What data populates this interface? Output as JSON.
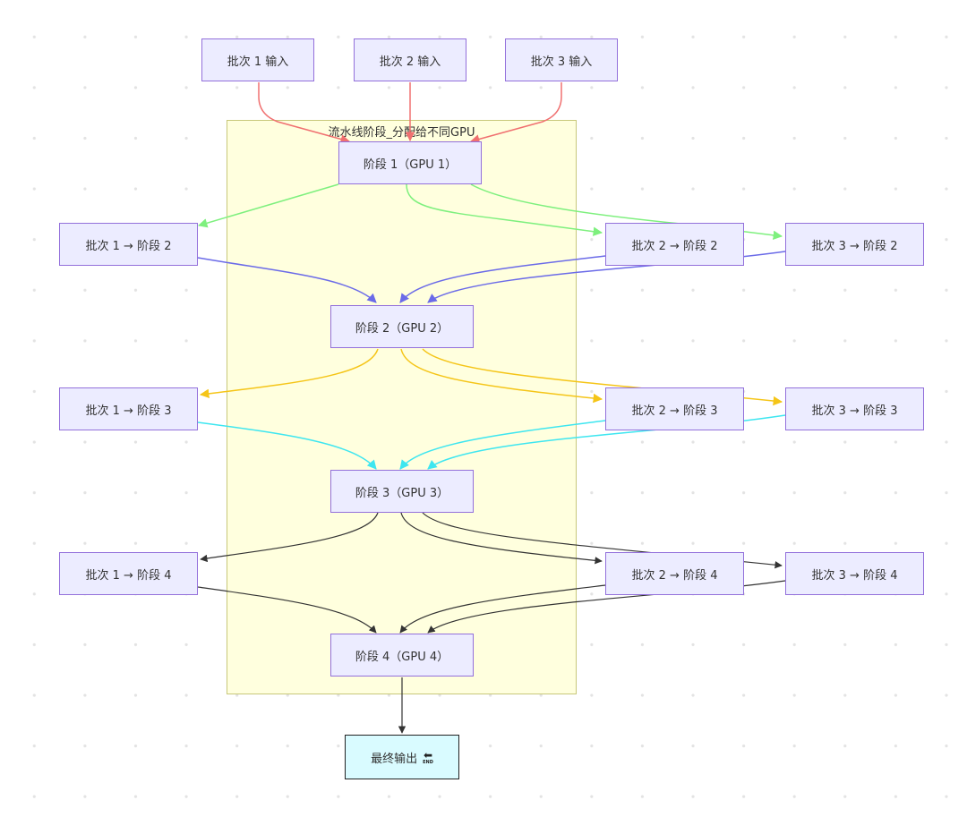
{
  "cluster": {
    "label": "流水线阶段_分配给不同GPU"
  },
  "nodes": {
    "in1": "批次 1 输入",
    "in2": "批次 2 输入",
    "in3": "批次 3 输入",
    "s1": "阶段 1（GPU 1）",
    "b1s2": "批次 1 → 阶段 2",
    "b2s2": "批次 2 → 阶段 2",
    "b3s2": "批次 3 → 阶段 2",
    "s2": "阶段 2（GPU 2）",
    "b1s3": "批次 1 → 阶段 3",
    "b2s3": "批次 2 → 阶段 3",
    "b3s3": "批次 3 → 阶段 3",
    "s3": "阶段 3（GPU 3）",
    "b1s4": "批次 1 → 阶段 4",
    "b2s4": "批次 2 → 阶段 4",
    "b3s4": "批次 3 → 阶段 4",
    "s4": "阶段 4（GPU 4）",
    "out": "最终输出",
    "out_icon_text": "END"
  },
  "colors": {
    "input_edges": "#f07070",
    "stage1_edges": "#7ef07e",
    "stage2_edges": "#6b6be8",
    "stage3_edges": "#f5c518",
    "stage3_in_edges": "#3ee6f0",
    "stage4_edges": "#333333",
    "node_fill": "#ececff",
    "node_border": "#9370db",
    "cluster_fill": "#ffffde",
    "end_fill": "#d9fbff"
  },
  "icons": {
    "end": "arrow-left-end-icon"
  }
}
